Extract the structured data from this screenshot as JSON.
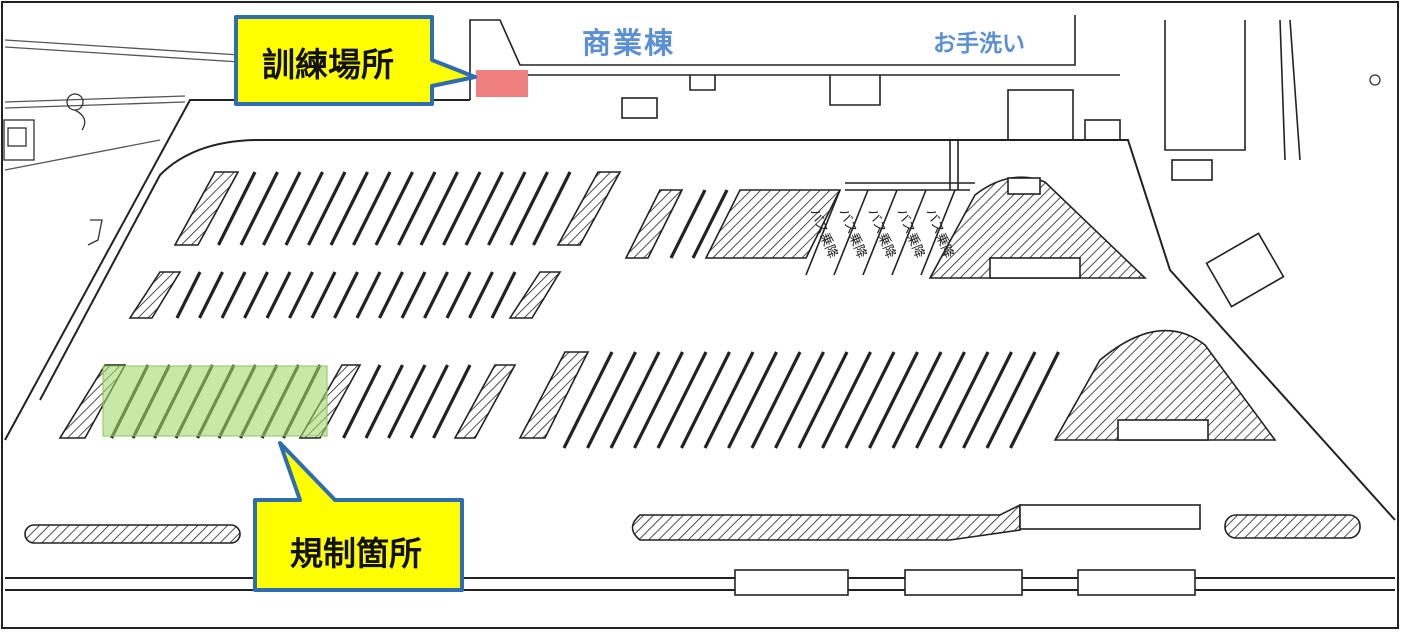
{
  "map": {
    "buildings": {
      "commercial": "商業棟",
      "handwash": "お手洗い"
    },
    "bus_stop_label": "バス乗降",
    "callouts": {
      "training_area": "訓練場所",
      "restricted_area": "規制箇所"
    },
    "colors": {
      "callout_fill": "#ffff00",
      "callout_border": "#2e6db4",
      "building_label": "#5b8fd6",
      "training_marker": "#f08080",
      "restricted_zone": "#a5d86c",
      "line": "#222222"
    }
  }
}
